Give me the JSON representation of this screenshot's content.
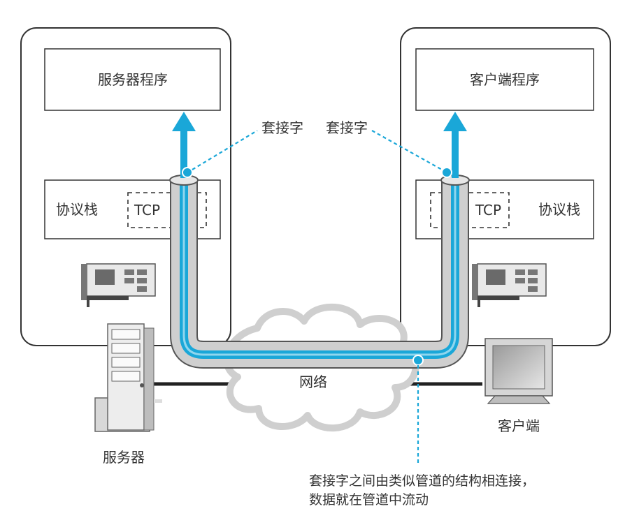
{
  "server_panel": {
    "app_label": "服务器程序",
    "stack_label": "协议栈",
    "tcp_label": "TCP"
  },
  "client_panel": {
    "app_label": "客户端程序",
    "stack_label": "协议栈",
    "tcp_label": "TCP"
  },
  "socket_labels": {
    "left": "套接字",
    "right": "套接字"
  },
  "network_label": "网络",
  "server_caption": "服务器",
  "client_caption": "客户端",
  "note": {
    "line1": "套接字之间由类似管道的结构相连接，",
    "line2": "数据就在管道中流动"
  },
  "colors": {
    "pipe_blue": "#1aa7d8",
    "pipe_gray": "#c8c8c8",
    "frame": "#333333"
  }
}
